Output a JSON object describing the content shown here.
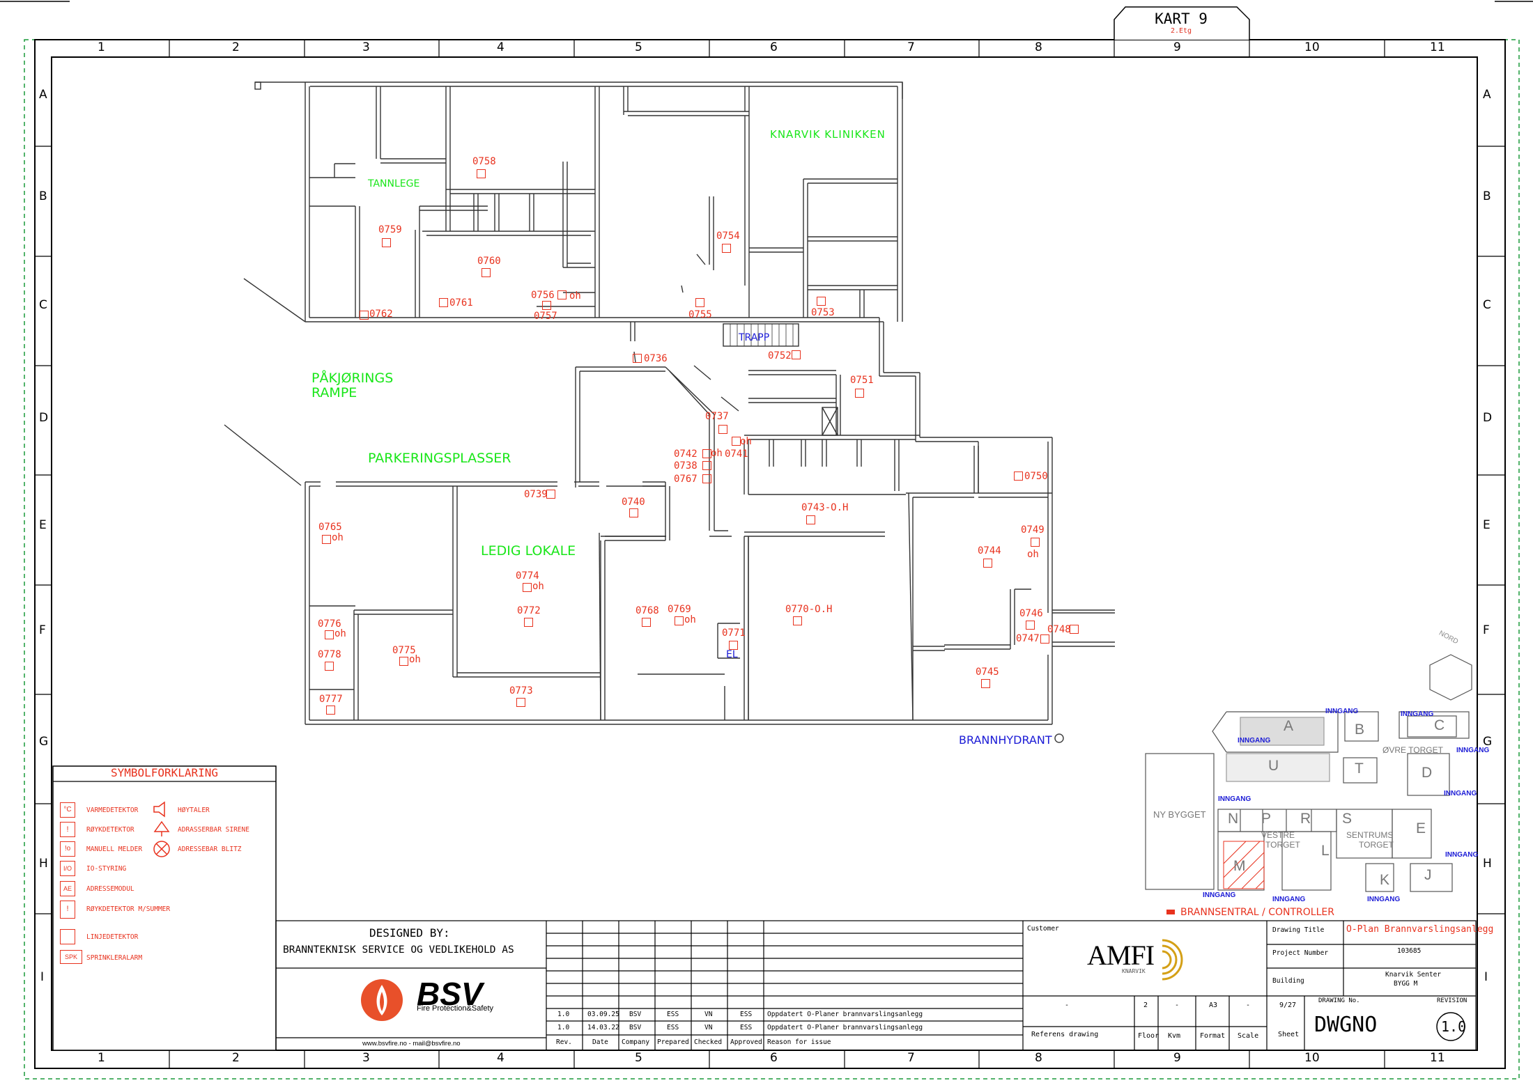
{
  "sheet": {
    "title": "KART 9",
    "subtitle": "2.Etg"
  },
  "grid": {
    "columns": [
      "1",
      "2",
      "3",
      "4",
      "5",
      "6",
      "7",
      "8",
      "9",
      "10",
      "11"
    ],
    "rows": [
      "A",
      "B",
      "C",
      "D",
      "E",
      "F",
      "G",
      "H",
      "I"
    ]
  },
  "areas": {
    "knarvik": "KNARVIK KLINIKKEN",
    "tannlege": "TANNLEGE",
    "rampe1": "PÅKJØRINGS",
    "rampe2": "RAMPE",
    "parkering": "PARKERINGSPLASSER",
    "ledig": "LEDIG LOKALE",
    "trapp": "TRAPP",
    "el": "EL",
    "hydrant": "BRANNHYDRANT"
  },
  "rooms": [
    "0758",
    "0759",
    "0760",
    "0761",
    "0762",
    "0756",
    "0757",
    "0754",
    "0755",
    "0753",
    "0736",
    "0752",
    "0751",
    "0737",
    "0742",
    "0738",
    "0741",
    "0767",
    "0739",
    "0740",
    "0743-O.H",
    "0750",
    "0749",
    "0744",
    "0765",
    "0774",
    "0772",
    "0768",
    "0769",
    "0770-O.H",
    "0771",
    "0746",
    "0748",
    "0747",
    "0776",
    "0778",
    "0775",
    "0745",
    "0777",
    "0773"
  ],
  "oh": "oh",
  "legend": {
    "title": "SYMBOLFORKLARING",
    "left": [
      "VARMEDETEKTOR",
      "RØYKDETEKTOR",
      "MANUELL MELDER",
      "IO-STYRING",
      "ADRESSEMODUL",
      "RØYKDETEKTOR M/SUMMER",
      "LINJEDETEKTOR",
      "SPRINKLERALARM"
    ],
    "right": [
      "HØYTALER",
      "ADRASSERBAR SIRENE",
      "ADRESSEBAR BLITZ"
    ],
    "sym": [
      "°C",
      "!",
      "!o",
      "I/O",
      "AE",
      "!",
      "",
      "SPK"
    ]
  },
  "titleblock": {
    "designed_by": "DESIGNED BY:",
    "company": "BRANNTEKNISK SERVICE OG VEDLIKEHOLD AS",
    "bsv": "BSV",
    "bsv_tag": "Fire Protection&Safety",
    "web": "www.bsvfire.no - mail@bsvfire.no",
    "rev_rows": [
      {
        "rev": "1.0",
        "date": "03.09.25",
        "company": "BSV",
        "prepared": "ESS",
        "checked": "VN",
        "approved": "ESS",
        "reason": "Oppdatert O-Planer brannvarslingsanlegg"
      },
      {
        "rev": "1.0",
        "date": "14.03.22",
        "company": "BSV",
        "prepared": "ESS",
        "checked": "VN",
        "approved": "ESS",
        "reason": "Oppdatert O-Planer brannvarslingsanlegg"
      }
    ],
    "rev_headers": {
      "rev": "Rev.",
      "date": "Date",
      "company": "Company",
      "prepared": "Prepared",
      "checked": "Checked",
      "approved": "Approved",
      "reason": "Reason for issue"
    },
    "customer_label": "Customer",
    "amfi": "AMFI",
    "amfi_sub": "KNARVIK",
    "drawing_title_label": "Drawing Title",
    "drawing_title": "O-Plan Brannvarslingsanlegg",
    "project_number_label": "Project Number",
    "project_number": "103685",
    "building_label": "Building",
    "building1": "Knarvik Senter",
    "building2": "BYGG M",
    "ref_drawing_label": "Referens drawing",
    "ref_drawing": "-",
    "floor_label": "Floor",
    "floor": "2",
    "kvm_label": "Kvm",
    "kvm": "-",
    "format_label": "Format",
    "format": "A3",
    "scale_label": "Scale",
    "scale": "-",
    "sheet_label": "Sheet",
    "sheet": "9/27",
    "drawing_no_label": "DRAWING No.",
    "drawing_no": "DWGNO",
    "revision_label": "REVISION",
    "revision": "1.0"
  },
  "keymap": {
    "blocks": [
      "A",
      "B",
      "C",
      "U",
      "T",
      "D",
      "N",
      "P",
      "R",
      "S",
      "E",
      "L",
      "M",
      "K",
      "J"
    ],
    "ny_bygget": "NY BYGGET",
    "ovre": "ØVRE TORGET",
    "vestre1": "VESTRE",
    "vestre2": "TORGET",
    "sentrums1": "SENTRUMS",
    "sentrums2": "TORGET",
    "inngang": "INNGANG",
    "nord": "NORD",
    "brannsentral": "BRANNSENTRAL / CONTROLLER"
  },
  "colors": {
    "fire": "#e8321e",
    "label": "#19e619",
    "info": "#1a1ad6",
    "frame": "#1a9a3a"
  }
}
